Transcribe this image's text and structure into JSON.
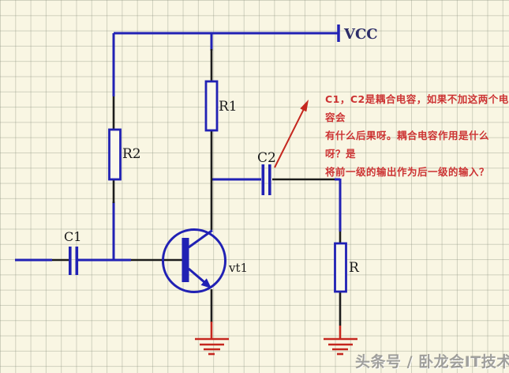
{
  "diagram": {
    "power_label": "VCC",
    "components": {
      "r1": {
        "label": "R1"
      },
      "r2": {
        "label": "R2"
      },
      "r_load": {
        "label": "R"
      },
      "c1": {
        "label": "C1"
      },
      "c2": {
        "label": "C2"
      },
      "transistor": {
        "label": "vt1"
      }
    },
    "colors": {
      "background": "#f9f6e3",
      "grid_line": "#d2d4c9",
      "wire_blue": "#2121b4",
      "pin_black": "#1c1c1c",
      "ground_red": "#c5271f",
      "note_red": "#cc3333",
      "label_black": "#1a1a1a",
      "vcc_navy": "#2d2d68"
    }
  },
  "annotation": {
    "line1": "C1，C2是耦合电容，如果不加这两个电容会",
    "line2": "有什么后果呀。耦合电容作用是什么呀？是",
    "line3": "将前一级的输出作为后一级的输入？"
  },
  "watermark": {
    "text": "头条号 / 卧龙会IT技术"
  }
}
